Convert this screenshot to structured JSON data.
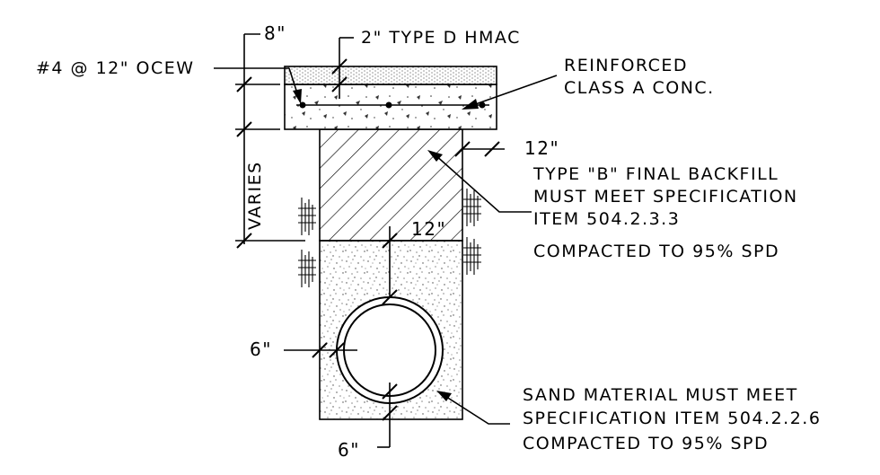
{
  "labels": {
    "dim_top_8": "8\"",
    "hmac": "2\" TYPE D HMAC",
    "rebar": "#4 @ 12\" OCEW",
    "reinforced_1": "REINFORCED",
    "reinforced_2": "CLASS A CONC.",
    "dim_12_right": "12\"",
    "backfill_1": "TYPE \"B\" FINAL BACKFILL",
    "backfill_2": "MUST MEET SPECIFICATION",
    "backfill_3": "ITEM 504.2.3.3",
    "backfill_4": "COMPACTED TO 95% SPD",
    "varies": "VARIES",
    "dim_12_center": "12\"",
    "dim_6_left": "6\"",
    "sand_1": "SAND MATERIAL MUST MEET",
    "sand_2": "SPECIFICATION ITEM 504.2.2.6",
    "sand_3": "COMPACTED TO 95% SPD",
    "dim_6_bottom": "6\""
  }
}
